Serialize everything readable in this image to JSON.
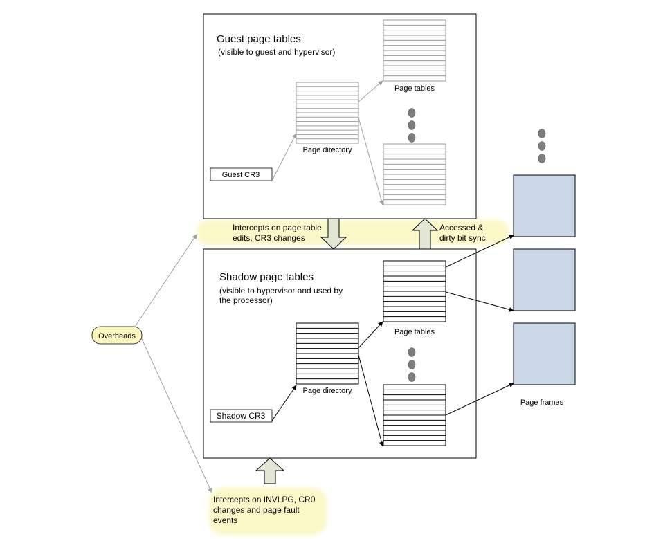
{
  "guest": {
    "title": "Guest page tables",
    "subtitle": "(visible to guest and hypervisor)",
    "cr3": "Guest CR3",
    "page_directory": "Page directory",
    "page_tables": "Page tables"
  },
  "shadow": {
    "title": "Shadow page tables",
    "subtitle_line1": "(visible to hypervisor and used by",
    "subtitle_line2": "the processor)",
    "cr3": "Shadow CR3",
    "page_directory": "Page directory",
    "page_tables": "Page tables"
  },
  "intercepts_top": {
    "line1": "Intercepts on page table",
    "line2": "edits, CR3 changes"
  },
  "sync": {
    "line1": "Accessed &",
    "line2": "dirty bit sync"
  },
  "overheads": "Overheads",
  "intercepts_bottom": {
    "line1": "Intercepts on INVLPG, CR0",
    "line2": "changes and page fault",
    "line3": "events"
  },
  "page_frames": "Page frames",
  "colors": {
    "highlight": "#fbf8c8",
    "bubble": "#fbf6bd",
    "frame_fill": "#c9d7e6",
    "block_arrow": "#e3e6d4",
    "dot": "#7f7f7f"
  }
}
